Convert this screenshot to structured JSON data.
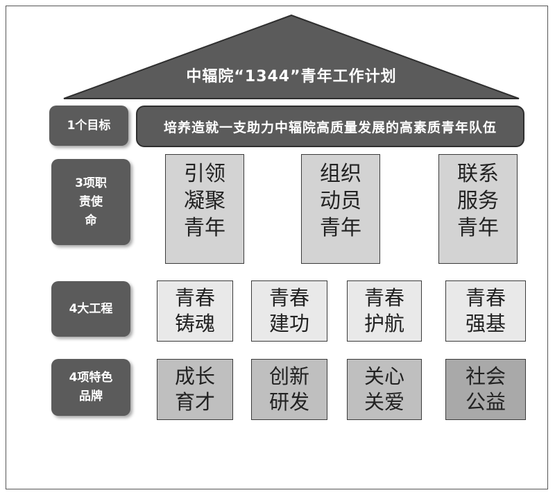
{
  "roof": {
    "title": "中辐院“1344”青年工作计划"
  },
  "goal": {
    "label": "1个目标",
    "text": "培养造就一支助力中辐院高质量发展的高素质青年队伍"
  },
  "duties": {
    "label": "3项职\n责使\n命",
    "items": [
      "引领\n凝聚\n青年",
      "组织\n动员\n青年",
      "联系\n服务\n青年"
    ]
  },
  "projects": {
    "label": "4大工程",
    "items": [
      "青春\n铸魂",
      "青春\n建功",
      "青春\n护航",
      "青春\n强基"
    ]
  },
  "brands": {
    "label": "4项特色\n品牌",
    "items": [
      "成长\n育才",
      "创新\n研发",
      "关心\n关爱",
      "社会\n公益"
    ]
  }
}
